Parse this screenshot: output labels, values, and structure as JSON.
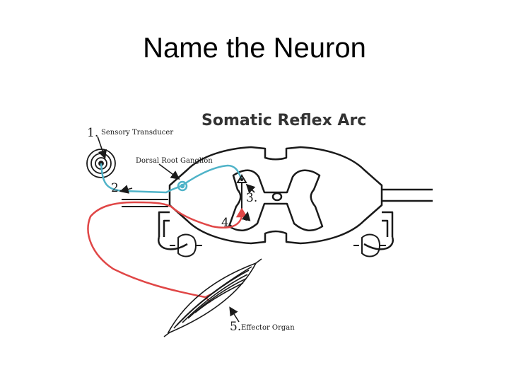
{
  "slide": {
    "title": "Name the Neuron"
  },
  "diagram": {
    "title": "Somatic Reflex Arc",
    "labels": {
      "n1": "1.",
      "sensory": "Sensory Transducer",
      "ganglion": "Dorsal Root Ganglion",
      "n2": "2.",
      "n3": "3.",
      "n4": "4.",
      "n5": "5.",
      "effector": "Effector Organ"
    },
    "colors": {
      "sensory_neuron": "#4fb3c8",
      "motor_neuron": "#e04646",
      "outline": "#1a1a1a"
    }
  }
}
